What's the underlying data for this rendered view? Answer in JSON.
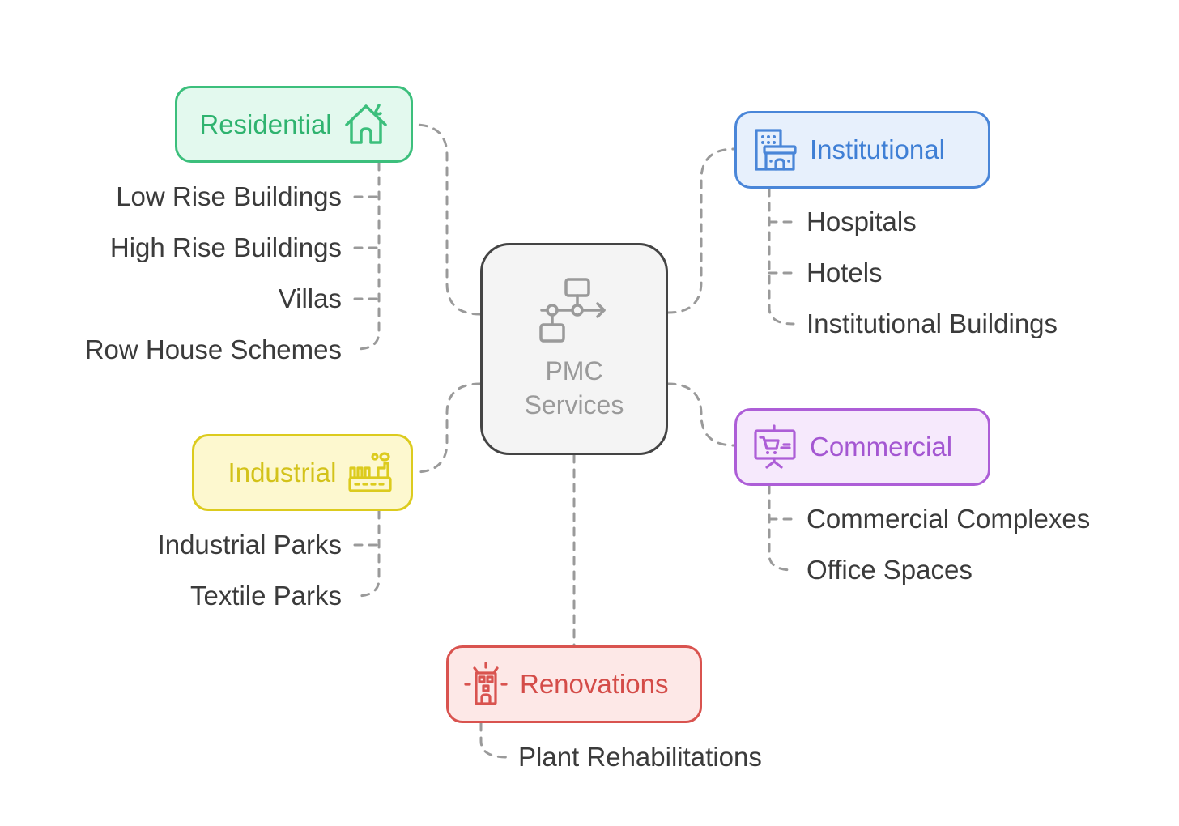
{
  "diagram": {
    "center": {
      "line1": "PMC",
      "line2": "Services",
      "icon": "workflow-icon"
    },
    "branches": {
      "residential": {
        "label": "Residential",
        "icon": "house-icon",
        "color": "#3cbf7c",
        "items": [
          "Low Rise Buildings",
          "High Rise Buildings",
          "Villas",
          "Row House Schemes"
        ]
      },
      "institutional": {
        "label": "Institutional",
        "icon": "building-icon",
        "color": "#4a86d8",
        "items": [
          "Hospitals",
          "Hotels",
          "Institutional Buildings"
        ]
      },
      "commercial": {
        "label": "Commercial",
        "icon": "shop-presentation-icon",
        "color": "#ad5ed7",
        "items": [
          "Commercial Complexes",
          "Office Spaces"
        ]
      },
      "industrial": {
        "label": "Industrial",
        "icon": "factory-icon",
        "color": "#dccb1e",
        "items": [
          "Industrial Parks",
          "Textile Parks"
        ]
      },
      "renovations": {
        "label": "Renovations",
        "icon": "renovated-building-icon",
        "color": "#d9534f",
        "items": [
          "Plant Rehabilitations"
        ]
      }
    }
  }
}
